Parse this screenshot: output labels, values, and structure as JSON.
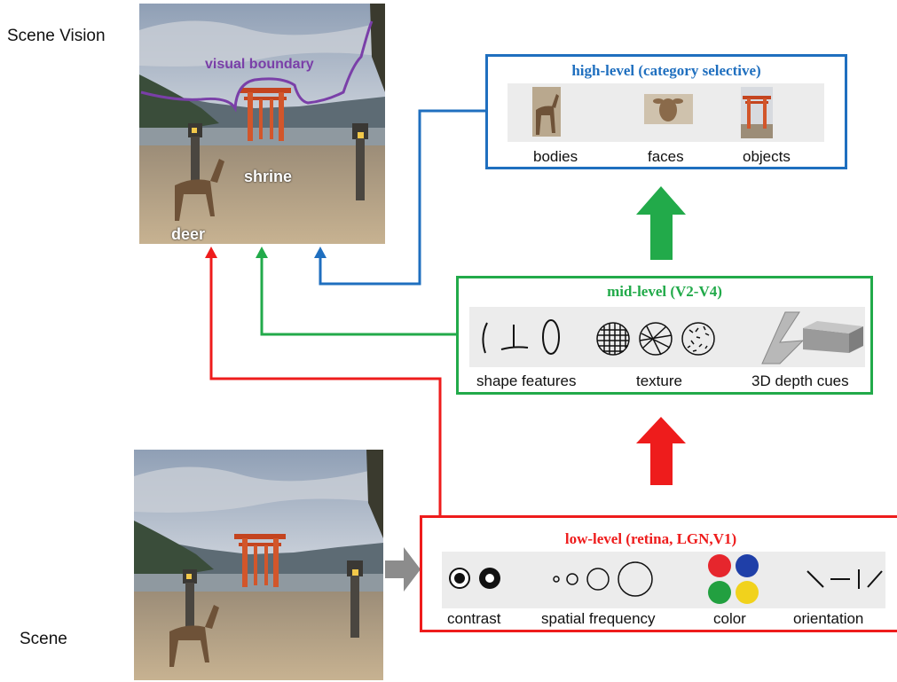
{
  "labels": {
    "scene_vision": "Scene Vision",
    "scene": "Scene"
  },
  "photo_annotations": {
    "visual_boundary": "visual boundary",
    "shrine": "shrine",
    "deer": "deer"
  },
  "high_level": {
    "title": "high-level (category selective)",
    "items": [
      "bodies",
      "faces",
      "objects"
    ]
  },
  "mid_level": {
    "title": "mid-level (V2-V4)",
    "items": [
      "shape features",
      "texture",
      "3D depth cues"
    ]
  },
  "low_level": {
    "title": "low-level (retina,  LGN,V1)",
    "items": [
      "contrast",
      "spatial frequency",
      "color",
      "orientation"
    ]
  },
  "colors": {
    "high": "#1f6fbf",
    "mid": "#22aa4a",
    "low": "#ee1c1c",
    "boundary": "#7a3fa8",
    "gray_arrow": "#8c8c8c"
  }
}
